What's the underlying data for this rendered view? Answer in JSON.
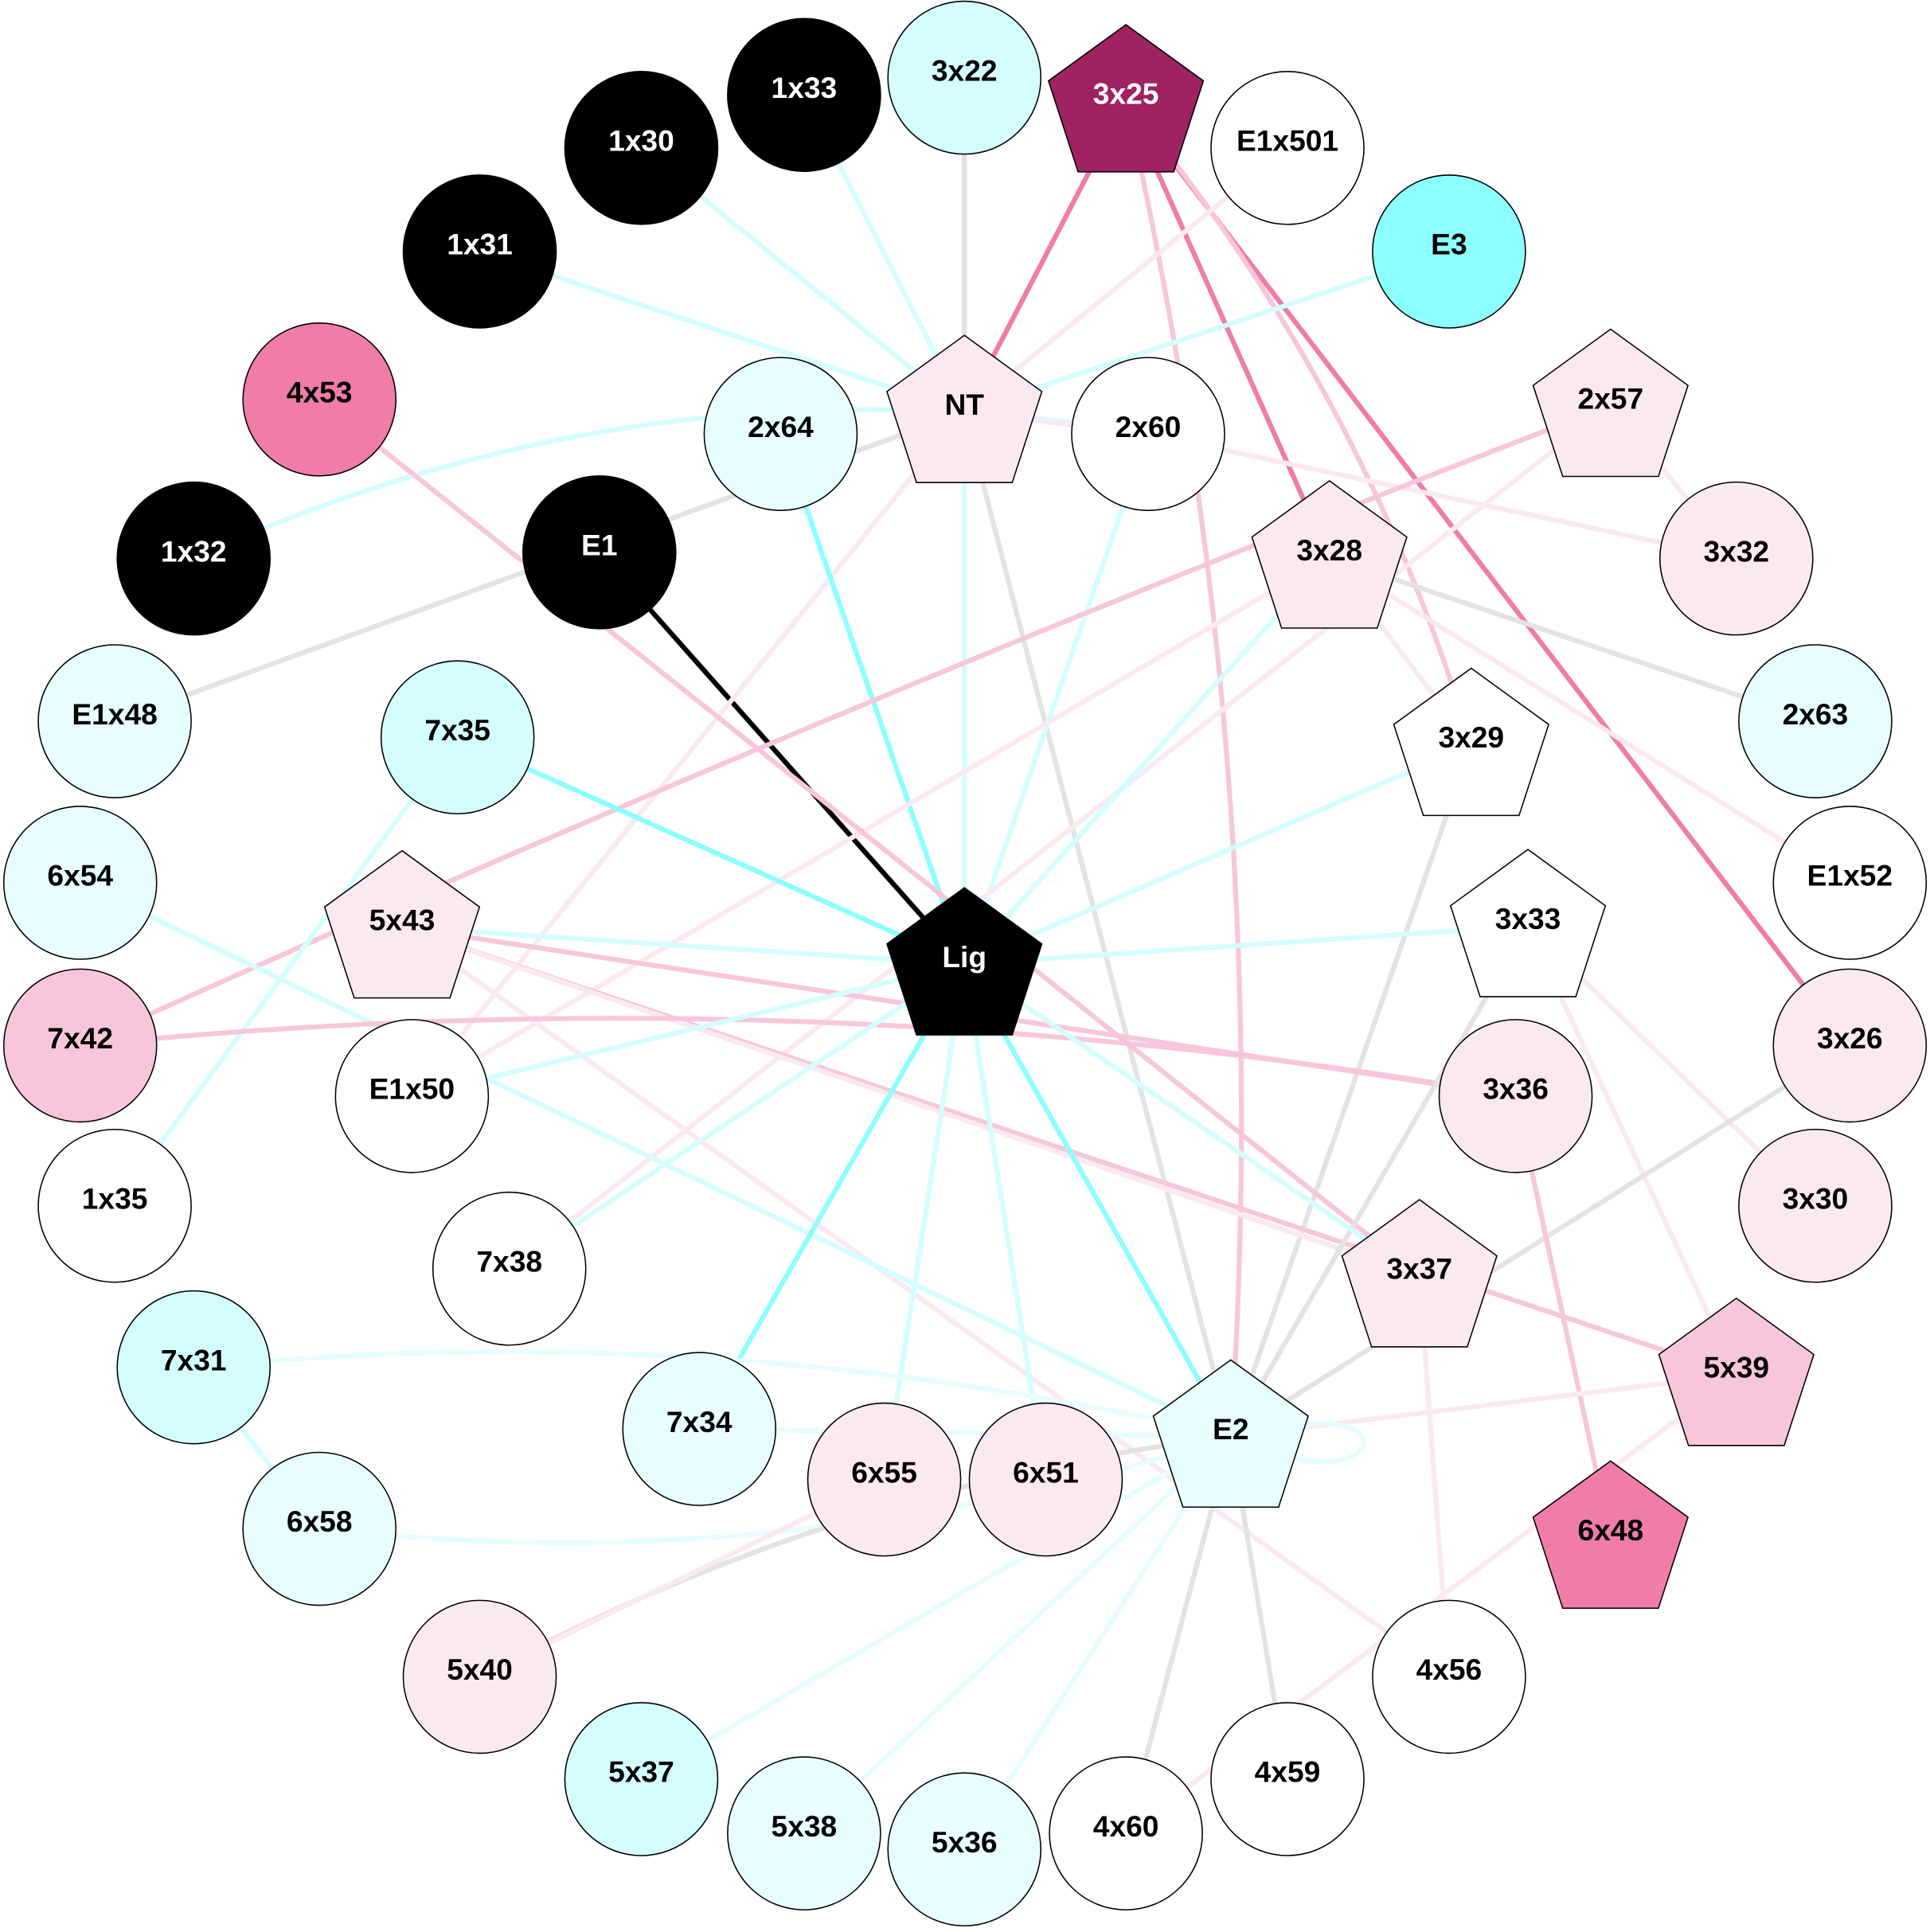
{
  "colors": {
    "black": "#000000",
    "purple": "#9e2360",
    "pink_strong": "#f07ca8",
    "pink": "#f8c6da",
    "pink_light": "#fbe9f1",
    "cyan_strong": "#8cffff",
    "cyan": "#d4fefe",
    "cyan_light": "#e8fdfd",
    "gray": "#e3e3e3",
    "white": "#ffffff"
  },
  "nodes": [
    {
      "id": "1x33",
      "shape": "circle",
      "fill": "black",
      "text": "white"
    },
    {
      "id": "3x22",
      "shape": "circle",
      "fill": "cyan",
      "text": "black"
    },
    {
      "id": "1x30",
      "shape": "circle",
      "fill": "black",
      "text": "white"
    },
    {
      "id": "1x31",
      "shape": "circle",
      "fill": "black",
      "text": "white"
    },
    {
      "id": "E1x501",
      "shape": "circle",
      "fill": "white",
      "text": "black"
    },
    {
      "id": "E3",
      "shape": "circle",
      "fill": "cyan_strong",
      "text": "black"
    },
    {
      "id": "4x53",
      "shape": "circle",
      "fill": "pink_strong",
      "text": "black"
    },
    {
      "id": "2x64",
      "shape": "circle",
      "fill": "cyan_light",
      "text": "black"
    },
    {
      "id": "2x60",
      "shape": "circle",
      "fill": "white",
      "text": "black"
    },
    {
      "id": "1x32",
      "shape": "circle",
      "fill": "black",
      "text": "white"
    },
    {
      "id": "E1",
      "shape": "circle",
      "fill": "black",
      "text": "white"
    },
    {
      "id": "3x32",
      "shape": "circle",
      "fill": "pink_light",
      "text": "black"
    },
    {
      "id": "E1x48",
      "shape": "circle",
      "fill": "cyan_light",
      "text": "black"
    },
    {
      "id": "7x35",
      "shape": "circle",
      "fill": "cyan",
      "text": "black"
    },
    {
      "id": "2x63",
      "shape": "circle",
      "fill": "cyan_light",
      "text": "black"
    },
    {
      "id": "6x54",
      "shape": "circle",
      "fill": "cyan_light",
      "text": "black"
    },
    {
      "id": "E1x52",
      "shape": "circle",
      "fill": "white",
      "text": "black"
    },
    {
      "id": "7x42",
      "shape": "circle",
      "fill": "pink",
      "text": "black"
    },
    {
      "id": "3x26",
      "shape": "circle",
      "fill": "pink_light",
      "text": "black"
    },
    {
      "id": "E1x50",
      "shape": "circle",
      "fill": "white",
      "text": "black"
    },
    {
      "id": "3x36",
      "shape": "circle",
      "fill": "pink_light",
      "text": "black"
    },
    {
      "id": "1x35",
      "shape": "circle",
      "fill": "white",
      "text": "black"
    },
    {
      "id": "3x30",
      "shape": "circle",
      "fill": "pink_light",
      "text": "black"
    },
    {
      "id": "7x38",
      "shape": "circle",
      "fill": "white",
      "text": "black"
    },
    {
      "id": "7x31",
      "shape": "circle",
      "fill": "cyan",
      "text": "black"
    },
    {
      "id": "7x34",
      "shape": "circle",
      "fill": "cyan_light",
      "text": "black"
    },
    {
      "id": "6x55",
      "shape": "circle",
      "fill": "pink_light",
      "text": "black"
    },
    {
      "id": "6x51",
      "shape": "circle",
      "fill": "pink_light",
      "text": "black"
    },
    {
      "id": "6x58",
      "shape": "circle",
      "fill": "cyan_light",
      "text": "black"
    },
    {
      "id": "5x40",
      "shape": "circle",
      "fill": "pink_light",
      "text": "black"
    },
    {
      "id": "4x56",
      "shape": "circle",
      "fill": "white",
      "text": "black"
    },
    {
      "id": "5x37",
      "shape": "circle",
      "fill": "cyan",
      "text": "black"
    },
    {
      "id": "4x59",
      "shape": "circle",
      "fill": "white",
      "text": "black"
    },
    {
      "id": "5x38",
      "shape": "circle",
      "fill": "cyan_light",
      "text": "black"
    },
    {
      "id": "5x36",
      "shape": "circle",
      "fill": "cyan_light",
      "text": "black"
    },
    {
      "id": "4x60",
      "shape": "circle",
      "fill": "white",
      "text": "black"
    },
    {
      "id": "3x25",
      "shape": "pentagon",
      "fill": "purple",
      "text": "white"
    },
    {
      "id": "NT",
      "shape": "pentagon",
      "fill": "pink_light",
      "text": "black"
    },
    {
      "id": "2x57",
      "shape": "pentagon",
      "fill": "pink_light",
      "text": "black"
    },
    {
      "id": "3x28",
      "shape": "pentagon",
      "fill": "pink_light",
      "text": "black"
    },
    {
      "id": "3x29",
      "shape": "pentagon",
      "fill": "white",
      "text": "black"
    },
    {
      "id": "Lig",
      "shape": "pentagon",
      "fill": "black",
      "text": "white"
    },
    {
      "id": "5x43",
      "shape": "pentagon",
      "fill": "pink_light",
      "text": "black"
    },
    {
      "id": "3x33",
      "shape": "pentagon",
      "fill": "white",
      "text": "black"
    },
    {
      "id": "3x37",
      "shape": "pentagon",
      "fill": "pink_light",
      "text": "black"
    },
    {
      "id": "E2",
      "shape": "pentagon",
      "fill": "cyan_light",
      "text": "black"
    },
    {
      "id": "5x39",
      "shape": "pentagon",
      "fill": "pink",
      "text": "black"
    },
    {
      "id": "6x48",
      "shape": "pentagon",
      "fill": "pink_strong",
      "text": "black"
    }
  ],
  "edges": [
    {
      "s": "E1",
      "t": "Lig",
      "c": "black"
    },
    {
      "s": "3x25",
      "t": "NT",
      "c": "pink_strong"
    },
    {
      "s": "3x25",
      "t": "3x28",
      "c": "pink_strong"
    },
    {
      "s": "3x25",
      "t": "3x26",
      "c": "pink_strong"
    },
    {
      "s": "3x25",
      "t": "E2",
      "c": "pink"
    },
    {
      "s": "3x25",
      "t": "3x29",
      "c": "pink"
    },
    {
      "s": "3x22",
      "t": "NT",
      "c": "gray"
    },
    {
      "s": "1x33",
      "t": "NT",
      "c": "cyan"
    },
    {
      "s": "1x30",
      "t": "NT",
      "c": "cyan"
    },
    {
      "s": "1x31",
      "t": "NT",
      "c": "cyan"
    },
    {
      "s": "1x32",
      "t": "2x60",
      "c": "cyan"
    },
    {
      "s": "E1x501",
      "t": "NT",
      "c": "pink_light"
    },
    {
      "s": "E3",
      "t": "NT",
      "c": "cyan"
    },
    {
      "s": "NT",
      "t": "2x60",
      "c": "pink_light"
    },
    {
      "s": "NT",
      "t": "Lig",
      "c": "cyan"
    },
    {
      "s": "NT",
      "t": "E2",
      "c": "gray"
    },
    {
      "s": "NT",
      "t": "E1x48",
      "c": "gray"
    },
    {
      "s": "NT",
      "t": "E1x50",
      "c": "pink_light"
    },
    {
      "s": "2x64",
      "t": "Lig",
      "c": "cyan_strong"
    },
    {
      "s": "2x60",
      "t": "Lig",
      "c": "cyan"
    },
    {
      "s": "2x60",
      "t": "3x32",
      "c": "pink_light"
    },
    {
      "s": "2x57",
      "t": "7x42",
      "c": "pink"
    },
    {
      "s": "2x57",
      "t": "3x32",
      "c": "pink_light"
    },
    {
      "s": "2x57",
      "t": "7x38",
      "c": "pink_light"
    },
    {
      "s": "3x28",
      "t": "2x63",
      "c": "gray"
    },
    {
      "s": "3x28",
      "t": "Lig",
      "c": "cyan"
    },
    {
      "s": "3x28",
      "t": "E1x52",
      "c": "pink_light"
    },
    {
      "s": "3x28",
      "t": "E1x50",
      "c": "pink_light"
    },
    {
      "s": "3x28",
      "t": "3x29",
      "c": "pink_light"
    },
    {
      "s": "3x29",
      "t": "Lig",
      "c": "cyan"
    },
    {
      "s": "3x29",
      "t": "E2",
      "c": "gray"
    },
    {
      "s": "4x53",
      "t": "3x37",
      "c": "pink"
    },
    {
      "s": "7x35",
      "t": "Lig",
      "c": "cyan_strong"
    },
    {
      "s": "7x35",
      "t": "1x35",
      "c": "cyan"
    },
    {
      "s": "5x43",
      "t": "Lig",
      "c": "cyan"
    },
    {
      "s": "5x43",
      "t": "3x36",
      "c": "pink"
    },
    {
      "s": "5x43",
      "t": "5x39",
      "c": "pink"
    },
    {
      "s": "5x43",
      "t": "3x37",
      "c": "pink_light"
    },
    {
      "s": "5x43",
      "t": "4x56",
      "c": "pink_light"
    },
    {
      "s": "6x54",
      "t": "E2",
      "c": "cyan"
    },
    {
      "s": "7x42",
      "t": "3x36",
      "c": "pink"
    },
    {
      "s": "3x33",
      "t": "Lig",
      "c": "cyan"
    },
    {
      "s": "3x33",
      "t": "E2",
      "c": "gray"
    },
    {
      "s": "3x33",
      "t": "3x30",
      "c": "pink_light"
    },
    {
      "s": "3x33",
      "t": "5x39",
      "c": "pink_light"
    },
    {
      "s": "3x26",
      "t": "E2",
      "c": "gray"
    },
    {
      "s": "3x36",
      "t": "6x48",
      "c": "pink"
    },
    {
      "s": "3x37",
      "t": "4x56",
      "c": "pink_light"
    },
    {
      "s": "3x37",
      "t": "Lig",
      "c": "cyan"
    },
    {
      "s": "E1x50",
      "t": "Lig",
      "c": "cyan"
    },
    {
      "s": "7x38",
      "t": "Lig",
      "c": "cyan"
    },
    {
      "s": "7x34",
      "t": "Lig",
      "c": "cyan_strong"
    },
    {
      "s": "6x55",
      "t": "Lig",
      "c": "cyan"
    },
    {
      "s": "6x51",
      "t": "Lig",
      "c": "cyan"
    },
    {
      "s": "E2",
      "t": "Lig",
      "c": "cyan_strong"
    },
    {
      "s": "7x31",
      "t": "E2",
      "c": "cyan_light"
    },
    {
      "s": "6x58",
      "t": "E2",
      "c": "cyan_light"
    },
    {
      "s": "7x34",
      "t": "E2",
      "c": "cyan_light"
    },
    {
      "s": "5x40",
      "t": "E2",
      "c": "gray"
    },
    {
      "s": "5x40",
      "t": "6x55",
      "c": "pink_light"
    },
    {
      "s": "5x37",
      "t": "E2",
      "c": "cyan_light"
    },
    {
      "s": "5x38",
      "t": "E2",
      "c": "cyan_light"
    },
    {
      "s": "5x36",
      "t": "E2",
      "c": "cyan_light"
    },
    {
      "s": "4x60",
      "t": "E2",
      "c": "gray"
    },
    {
      "s": "4x59",
      "t": "E2",
      "c": "gray"
    },
    {
      "s": "5x39",
      "t": "E2",
      "c": "pink_light"
    },
    {
      "s": "5x39",
      "t": "4x60",
      "c": "pink_light"
    },
    {
      "s": "7x31",
      "t": "6x58",
      "c": "cyan"
    },
    {
      "s": "E2",
      "t": "E2",
      "c": "cyan_light"
    }
  ]
}
